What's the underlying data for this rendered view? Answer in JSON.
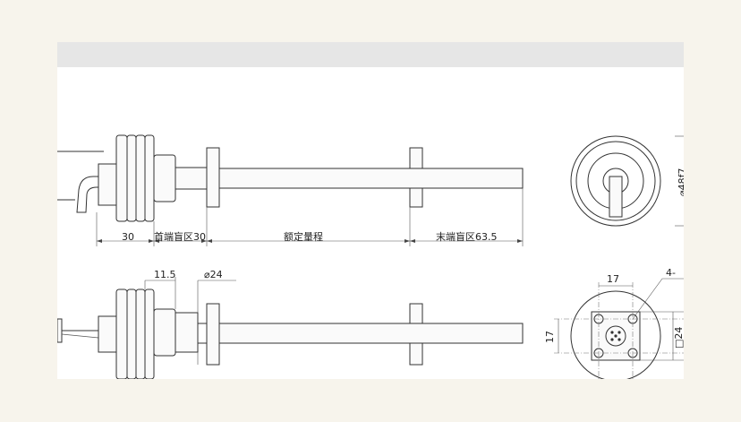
{
  "dimensions": {
    "top_30": "30",
    "head_dead_zone": "首端盲区30",
    "rated_range": "额定量程",
    "tail_dead_zone": "末端盲区63.5",
    "bottom_11_5": "11.5",
    "bottom_phi24": "⌀24",
    "end_phi48": "⌀48f7",
    "end_17_top": "17",
    "end_17_side": "17",
    "end_box24": "□24",
    "end_holes": "4-"
  },
  "colors": {
    "background": "#f7f4ec",
    "frame": "#ffffff",
    "header_bar": "#e6e6e6",
    "line": "#333333"
  }
}
